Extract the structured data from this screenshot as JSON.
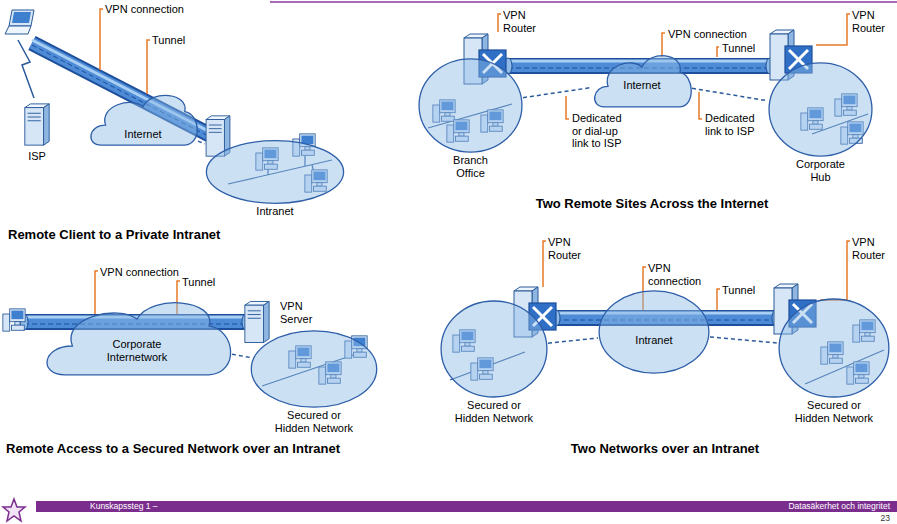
{
  "diagram": {
    "nodes": [
      {
        "text": [
          "Internet"
        ]
      },
      {
        "text": [
          "Intranet"
        ]
      },
      {
        "text": [
          "Branch Office"
        ]
      },
      {
        "text": [
          "Internet"
        ]
      },
      {
        "text": [
          "Corporate Hub"
        ]
      },
      {
        "text": [
          "Corporate Internetwork"
        ]
      },
      {
        "text": [
          "Secured or Hidden Network"
        ]
      },
      {
        "text": [
          "Secured or Hidden Network"
        ]
      },
      {
        "text": [
          "Intranet"
        ]
      },
      {
        "text": [
          "Secured or Hidden Network"
        ]
      }
    ],
    "edges": [
      {
        "from": 0,
        "to": 1,
        "arrow": "none"
      },
      {
        "from": 2,
        "to": 3,
        "arrow": "none"
      },
      {
        "from": 3,
        "to": 4,
        "arrow": "none"
      },
      {
        "from": 5,
        "to": 6,
        "arrow": "none"
      },
      {
        "from": 7,
        "to": 8,
        "arrow": "none"
      },
      {
        "from": 8,
        "to": 9,
        "arrow": "none"
      }
    ],
    "labels": [
      "VPN connection",
      "Tunnel",
      "ISP",
      "Remote Client to a Private Intranet",
      "VPN Router",
      "VPN connection",
      "Tunnel",
      "VPN Router",
      "Dedicated or dial-up link to ISP",
      "Dedicated link to ISP",
      "Two Remote Sites Across the Internet",
      "VPN connection",
      "Tunnel",
      "VPN Server",
      "Remote Access to a Secured Network over an Intranet",
      "VPN Router",
      "VPN connection",
      "Tunnel",
      "VPN Router",
      "Two Networks over an Intranet",
      "Kunskapssteg 1 –",
      "Datasäkerhet och integritet",
      "23"
    ]
  }
}
